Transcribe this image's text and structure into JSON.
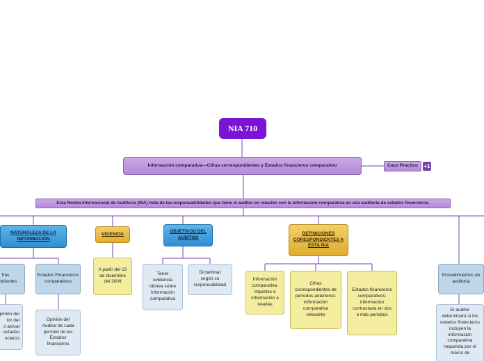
{
  "root": "NIA 710",
  "level1": "Información comparativa—Cifras correspondientes y Estados financieros comparativo",
  "caso_practico": "Caso Practico",
  "extra_badge": "+1",
  "description": "Esta Norma Internacional de Auditoría (NIA) trata de las responsabilidades que tiene el auditor en relación con la información comparativa en una auditoría de estados financieros.",
  "categories": {
    "naturaleza": "NATURALEZA DE LA INFORMACIÓN",
    "vigencia": "VIGENCIA",
    "objetivos": "OBJETIVOS DEL AUDITOS",
    "definiciones": "DEFINICIONES CORESPONDIENTES A ESTA NIA"
  },
  "naturaleza_children": {
    "cifras_partial": "fras\npondientes",
    "estados": "Estados Financieros comparativos",
    "opinion_partial": "pinión del\ntor del\no actual\nestados\nncieros",
    "opinion": "Opinión del Auditor de cada período de los Estados financieros"
  },
  "vigencia_child": "A partir del 15 de diciembre del 2009",
  "objetivos_children": {
    "tener": "Tener evidencia idónea sobre información comparativa",
    "dictaminar": "Dictaminar según su responsabilidad"
  },
  "definiciones_children": {
    "info": "Información comparativa: Importes e información a revelas",
    "cifras": "Cifras correspondientes de períodos anteriores: información comparativa relevante",
    "estados": "Estados financieros comparativos: información contrastada en dos o más periodos"
  },
  "procedimientos": {
    "title": "Procedimientos de auditoria",
    "child": "El auditor determinará si los estados financieros incluyen la información comparativa requerida por el marco de"
  },
  "colors": {
    "root": "#7b14d6",
    "purple": "#b58bd8",
    "blue": "#2f8fd3",
    "gold": "#e0ad2e",
    "yellow": "#f4ec9e",
    "line": "#7a3fb0"
  }
}
